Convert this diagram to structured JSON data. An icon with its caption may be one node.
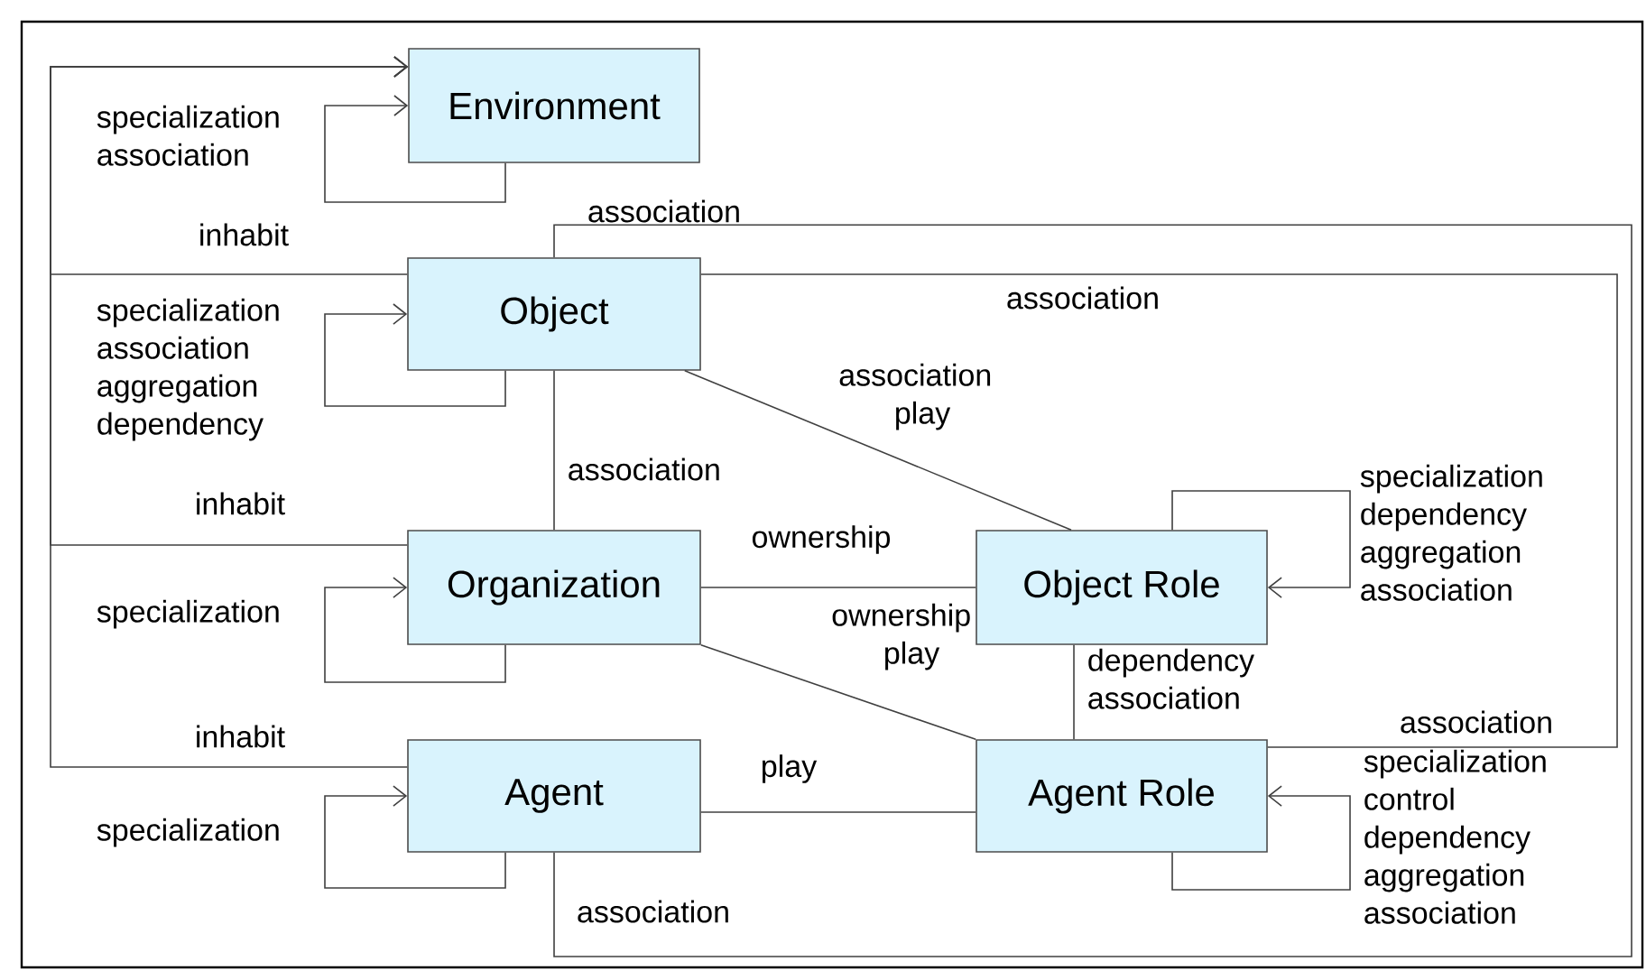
{
  "diagram": {
    "nodes": [
      {
        "text": [
          "Environment"
        ]
      },
      {
        "text": [
          "Object"
        ]
      },
      {
        "text": [
          "Organization"
        ]
      },
      {
        "text": [
          "Object Role"
        ]
      },
      {
        "text": [
          "Agent"
        ]
      },
      {
        "text": [
          "Agent Role"
        ]
      }
    ],
    "edges": [
      {
        "from": 0,
        "to": 0,
        "arrow": "to",
        "label": "specialization association"
      },
      {
        "from": 1,
        "to": 0,
        "arrow": "to",
        "label": "inhabit"
      },
      {
        "from": 1,
        "to": 1,
        "arrow": "to",
        "label": "specialization association aggregation dependency"
      },
      {
        "from": 2,
        "to": 0,
        "arrow": "to",
        "label": "inhabit"
      },
      {
        "from": 2,
        "to": 2,
        "arrow": "to",
        "label": "specialization"
      },
      {
        "from": 4,
        "to": 0,
        "arrow": "to",
        "label": "inhabit"
      },
      {
        "from": 4,
        "to": 4,
        "arrow": "to",
        "label": "specialization"
      },
      {
        "from": 1,
        "to": 4,
        "arrow": "none",
        "label": "association"
      },
      {
        "from": 1,
        "to": 5,
        "arrow": "none",
        "label": "association"
      },
      {
        "from": 1,
        "to": 3,
        "arrow": "none",
        "label": "association play"
      },
      {
        "from": 1,
        "to": 2,
        "arrow": "none",
        "label": "association"
      },
      {
        "from": 2,
        "to": 3,
        "arrow": "none",
        "label": "ownership"
      },
      {
        "from": 2,
        "to": 5,
        "arrow": "none",
        "label": "ownership play"
      },
      {
        "from": 3,
        "to": 3,
        "arrow": "to",
        "label": "specialization dependency aggregation association"
      },
      {
        "from": 3,
        "to": 5,
        "arrow": "none",
        "label": "dependency association"
      },
      {
        "from": 4,
        "to": 5,
        "arrow": "none",
        "label": "play"
      },
      {
        "from": 5,
        "to": 5,
        "arrow": "to",
        "label": "specialization control dependency aggregation association"
      }
    ],
    "labels": [
      "association",
      "association"
    ]
  }
}
